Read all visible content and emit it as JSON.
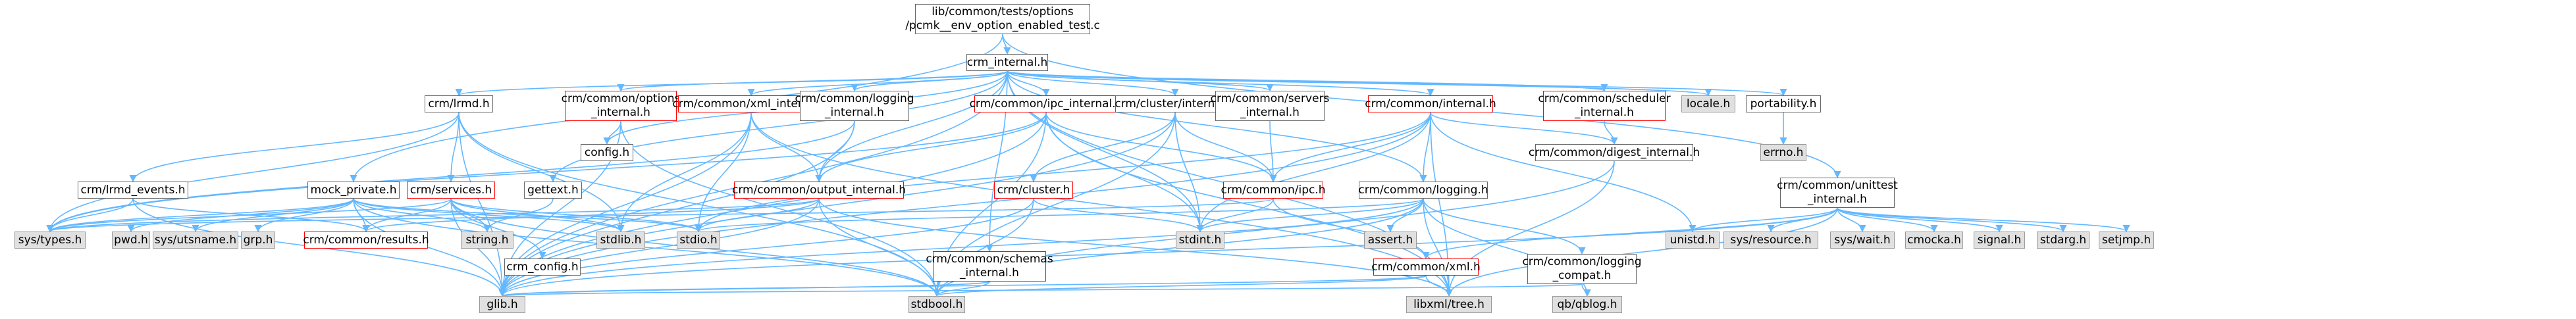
{
  "nodes": {
    "root": {
      "lines": [
        "lib/common/tests/options",
        "/pcmk__env_option_enabled_test.c"
      ],
      "kind": "root"
    },
    "crm_internal": {
      "lines": [
        "crm_internal.h"
      ],
      "kind": "normal"
    },
    "mock_private": {
      "lines": [
        "mock_private.h"
      ],
      "kind": "normal"
    },
    "unittest": {
      "lines": [
        "crm/common/unittest",
        "_internal.h"
      ],
      "kind": "normal"
    },
    "crm_lrmd": {
      "lines": [
        "crm/lrmd.h"
      ],
      "kind": "normal"
    },
    "options_internal": {
      "lines": [
        "crm/common/options",
        "_internal.h"
      ],
      "kind": "red"
    },
    "xml_internal": {
      "lines": [
        "crm/common/xml_internal.h"
      ],
      "kind": "red"
    },
    "logging_internal": {
      "lines": [
        "crm/common/logging",
        "_internal.h"
      ],
      "kind": "normal"
    },
    "ipc_internal": {
      "lines": [
        "crm/common/ipc_internal.h"
      ],
      "kind": "red"
    },
    "cluster_internal": {
      "lines": [
        "crm/cluster/internal.h"
      ],
      "kind": "normal"
    },
    "servers_internal": {
      "lines": [
        "crm/common/servers",
        "_internal.h"
      ],
      "kind": "normal"
    },
    "common_internal": {
      "lines": [
        "crm/common/internal.h"
      ],
      "kind": "red"
    },
    "scheduler_internal": {
      "lines": [
        "crm/common/scheduler",
        "_internal.h"
      ],
      "kind": "red"
    },
    "locale": {
      "lines": [
        "locale.h"
      ],
      "kind": "ext"
    },
    "portability": {
      "lines": [
        "portability.h"
      ],
      "kind": "normal"
    },
    "lrmd_events": {
      "lines": [
        "crm/lrmd_events.h"
      ],
      "kind": "normal"
    },
    "crm_services": {
      "lines": [
        "crm/services.h"
      ],
      "kind": "red"
    },
    "gettext": {
      "lines": [
        "gettext.h"
      ],
      "kind": "normal"
    },
    "config": {
      "lines": [
        "config.h"
      ],
      "kind": "normal"
    },
    "output_internal": {
      "lines": [
        "crm/common/output_internal.h"
      ],
      "kind": "red"
    },
    "crm_cluster": {
      "lines": [
        "crm/cluster.h"
      ],
      "kind": "red"
    },
    "common_ipc": {
      "lines": [
        "crm/common/ipc.h"
      ],
      "kind": "red"
    },
    "common_logging": {
      "lines": [
        "crm/common/logging.h"
      ],
      "kind": "normal"
    },
    "digest_internal": {
      "lines": [
        "crm/common/digest_internal.h"
      ],
      "kind": "normal"
    },
    "errno": {
      "lines": [
        "errno.h"
      ],
      "kind": "ext"
    },
    "sys_types": {
      "lines": [
        "sys/types.h"
      ],
      "kind": "ext"
    },
    "pwd": {
      "lines": [
        "pwd.h"
      ],
      "kind": "ext"
    },
    "sys_utsname": {
      "lines": [
        "sys/utsname.h"
      ],
      "kind": "ext"
    },
    "grp": {
      "lines": [
        "grp.h"
      ],
      "kind": "ext"
    },
    "glib_h": {
      "lines": [
        "glib.h"
      ],
      "kind": "ext"
    },
    "common_results": {
      "lines": [
        "crm/common/results.h"
      ],
      "kind": "red"
    },
    "string_h": {
      "lines": [
        "string.h"
      ],
      "kind": "ext"
    },
    "crm_config": {
      "lines": [
        "crm_config.h"
      ],
      "kind": "normal"
    },
    "stdlib": {
      "lines": [
        "stdlib.h"
      ],
      "kind": "ext"
    },
    "stdio": {
      "lines": [
        "stdio.h"
      ],
      "kind": "ext"
    },
    "schemas_internal": {
      "lines": [
        "crm/common/schemas",
        "_internal.h"
      ],
      "kind": "red"
    },
    "stdbool": {
      "lines": [
        "stdbool.h"
      ],
      "kind": "ext"
    },
    "stdint": {
      "lines": [
        "stdint.h"
      ],
      "kind": "ext"
    },
    "assert_h": {
      "lines": [
        "assert.h"
      ],
      "kind": "ext"
    },
    "common_xml": {
      "lines": [
        "crm/common/xml.h"
      ],
      "kind": "red"
    },
    "logging_compat": {
      "lines": [
        "crm/common/logging",
        "_compat.h"
      ],
      "kind": "normal"
    },
    "libxml_tree": {
      "lines": [
        "libxml/tree.h"
      ],
      "kind": "ext"
    },
    "qb_qblog": {
      "lines": [
        "qb/qblog.h"
      ],
      "kind": "ext"
    },
    "unistd": {
      "lines": [
        "unistd.h"
      ],
      "kind": "ext"
    },
    "sys_resource": {
      "lines": [
        "sys/resource.h"
      ],
      "kind": "ext"
    },
    "sys_wait": {
      "lines": [
        "sys/wait.h"
      ],
      "kind": "ext"
    },
    "cmocka": {
      "lines": [
        "cmocka.h"
      ],
      "kind": "ext"
    },
    "signal_h": {
      "lines": [
        "signal.h"
      ],
      "kind": "ext"
    },
    "stdarg": {
      "lines": [
        "stdarg.h"
      ],
      "kind": "ext"
    },
    "setjmp": {
      "lines": [
        "setjmp.h"
      ],
      "kind": "ext"
    }
  },
  "edges": [
    [
      "root",
      "crm_internal"
    ],
    [
      "root",
      "mock_private"
    ],
    [
      "root",
      "unittest"
    ],
    [
      "crm_internal",
      "crm_lrmd"
    ],
    [
      "crm_internal",
      "options_internal"
    ],
    [
      "crm_internal",
      "xml_internal"
    ],
    [
      "crm_internal",
      "logging_internal"
    ],
    [
      "crm_internal",
      "ipc_internal"
    ],
    [
      "crm_internal",
      "cluster_internal"
    ],
    [
      "crm_internal",
      "servers_internal"
    ],
    [
      "crm_internal",
      "common_internal"
    ],
    [
      "crm_internal",
      "scheduler_internal"
    ],
    [
      "crm_internal",
      "locale"
    ],
    [
      "crm_internal",
      "portability"
    ],
    [
      "crm_internal",
      "gettext"
    ],
    [
      "crm_internal",
      "config"
    ],
    [
      "crm_internal",
      "glib_h"
    ],
    [
      "crm_internal",
      "libxml_tree"
    ],
    [
      "crm_internal",
      "stdint"
    ],
    [
      "crm_internal",
      "common_logging"
    ],
    [
      "crm_internal",
      "schemas_internal"
    ],
    [
      "crm_internal",
      "output_internal"
    ],
    [
      "mock_private",
      "sys_types"
    ],
    [
      "mock_private",
      "pwd"
    ],
    [
      "mock_private",
      "sys_utsname"
    ],
    [
      "mock_private",
      "grp"
    ],
    [
      "mock_private",
      "glib_h"
    ],
    [
      "mock_private",
      "common_results"
    ],
    [
      "mock_private",
      "string_h"
    ],
    [
      "mock_private",
      "stdlib"
    ],
    [
      "mock_private",
      "stdio"
    ],
    [
      "mock_private",
      "stdbool"
    ],
    [
      "unittest",
      "sys_resource"
    ],
    [
      "unittest",
      "sys_wait"
    ],
    [
      "unittest",
      "cmocka"
    ],
    [
      "unittest",
      "signal_h"
    ],
    [
      "unittest",
      "stdarg"
    ],
    [
      "unittest",
      "setjmp"
    ],
    [
      "unittest",
      "unistd"
    ],
    [
      "unittest",
      "glib_h"
    ],
    [
      "unittest",
      "common_xml"
    ],
    [
      "unittest",
      "libxml_tree"
    ],
    [
      "crm_lrmd",
      "lrmd_events"
    ],
    [
      "crm_lrmd",
      "crm_services"
    ],
    [
      "crm_lrmd",
      "sys_types"
    ],
    [
      "crm_lrmd",
      "glib_h"
    ],
    [
      "crm_lrmd",
      "stdbool"
    ],
    [
      "crm_lrmd",
      "stdlib"
    ],
    [
      "lrmd_events",
      "sys_types"
    ],
    [
      "lrmd_events",
      "glib_h"
    ],
    [
      "lrmd_events",
      "common_results"
    ],
    [
      "crm_services",
      "sys_types"
    ],
    [
      "crm_services",
      "common_results"
    ],
    [
      "crm_services",
      "string_h"
    ],
    [
      "crm_services",
      "crm_config"
    ],
    [
      "crm_services",
      "stdlib"
    ],
    [
      "crm_services",
      "stdbool"
    ],
    [
      "crm_services",
      "glib_h"
    ],
    [
      "crm_services",
      "stdio"
    ],
    [
      "gettext",
      "string_h"
    ],
    [
      "options_internal",
      "config"
    ],
    [
      "options_internal",
      "glib_h"
    ],
    [
      "options_internal",
      "stdbool"
    ],
    [
      "xml_internal",
      "output_internal"
    ],
    [
      "xml_internal",
      "stdio"
    ],
    [
      "xml_internal",
      "stdlib"
    ],
    [
      "xml_internal",
      "glib_h"
    ],
    [
      "xml_internal",
      "libxml_tree"
    ],
    [
      "logging_internal",
      "output_internal"
    ],
    [
      "logging_internal",
      "sys_types"
    ],
    [
      "logging_internal",
      "glib_h"
    ],
    [
      "ipc_internal",
      "output_internal"
    ],
    [
      "ipc_internal",
      "common_ipc"
    ],
    [
      "ipc_internal",
      "sys_types"
    ],
    [
      "ipc_internal",
      "glib_h"
    ],
    [
      "ipc_internal",
      "stdint"
    ],
    [
      "ipc_internal",
      "stdbool"
    ],
    [
      "ipc_internal",
      "libxml_tree"
    ],
    [
      "output_internal",
      "sys_types"
    ],
    [
      "output_internal",
      "glib_h"
    ],
    [
      "output_internal",
      "stdbool"
    ],
    [
      "output_internal",
      "stdio"
    ],
    [
      "output_internal",
      "libxml_tree"
    ],
    [
      "output_internal",
      "common_results"
    ],
    [
      "cluster_internal",
      "crm_cluster"
    ],
    [
      "cluster_internal",
      "common_ipc"
    ],
    [
      "cluster_internal",
      "stdint"
    ],
    [
      "cluster_internal",
      "glib_h"
    ],
    [
      "cluster_internal",
      "stdbool"
    ],
    [
      "crm_cluster",
      "glib_h"
    ],
    [
      "crm_cluster",
      "stdint"
    ],
    [
      "crm_cluster",
      "stdbool"
    ],
    [
      "servers_internal",
      "common_ipc"
    ],
    [
      "common_internal",
      "common_logging"
    ],
    [
      "common_internal",
      "digest_internal"
    ],
    [
      "common_internal",
      "common_ipc"
    ],
    [
      "common_internal",
      "unistd"
    ],
    [
      "common_internal",
      "glib_h"
    ],
    [
      "common_internal",
      "libxml_tree"
    ],
    [
      "common_internal",
      "stdint"
    ],
    [
      "common_internal",
      "stdio"
    ],
    [
      "scheduler_internal",
      "digest_internal"
    ],
    [
      "digest_internal",
      "libxml_tree"
    ],
    [
      "digest_internal",
      "stdbool"
    ],
    [
      "portability",
      "errno"
    ],
    [
      "common_ipc",
      "stdint"
    ],
    [
      "common_ipc",
      "common_xml"
    ],
    [
      "common_ipc",
      "sys_types"
    ],
    [
      "common_logging",
      "stdio"
    ],
    [
      "common_logging",
      "stdint"
    ],
    [
      "common_logging",
      "assert_h"
    ],
    [
      "common_logging",
      "glib_h"
    ],
    [
      "common_logging",
      "qb_qblog"
    ],
    [
      "common_logging",
      "libxml_tree"
    ],
    [
      "common_logging",
      "logging_compat"
    ],
    [
      "common_logging",
      "stdbool"
    ],
    [
      "logging_compat",
      "qb_qblog"
    ],
    [
      "logging_compat",
      "glib_h"
    ],
    [
      "common_xml",
      "libxml_tree"
    ],
    [
      "common_xml",
      "stdbool"
    ],
    [
      "common_xml",
      "glib_h"
    ],
    [
      "schemas_internal",
      "glib_h"
    ],
    [
      "schemas_internal",
      "stdbool"
    ]
  ]
}
